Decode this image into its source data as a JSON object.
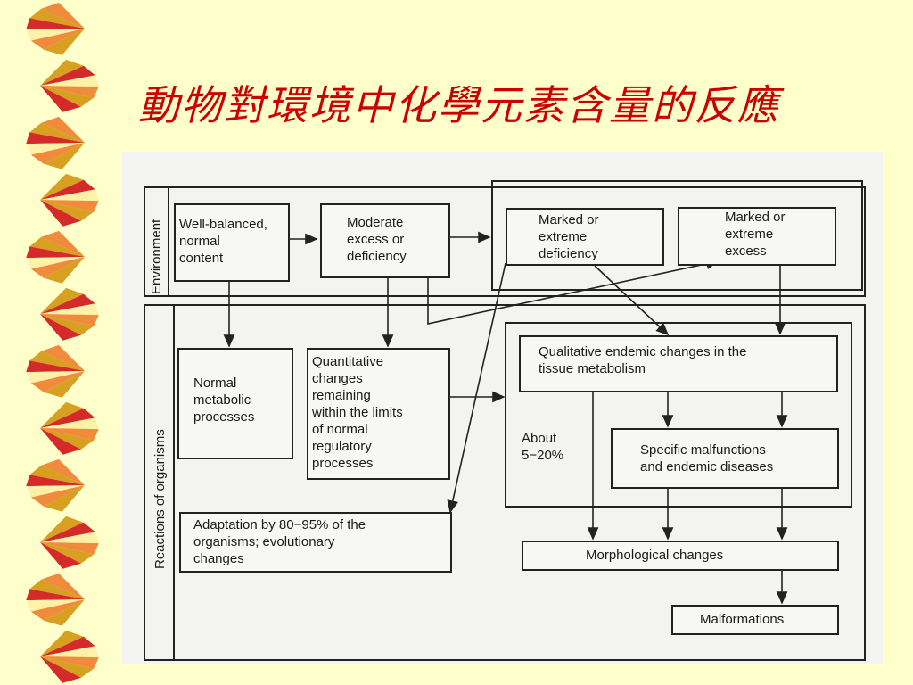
{
  "slide": {
    "title": "動物對環境中化學元素含量的反應",
    "colors": {
      "background": "#FFFFCC",
      "title": "#CC0000",
      "ribbon_red": "#D42A2A",
      "ribbon_gold": "#D7A021",
      "ribbon_orange": "#F08A3C"
    }
  },
  "diagram": {
    "sections": {
      "environment": "Environment",
      "reactions": "Reactions of organisms"
    },
    "nodes": {
      "well_balanced": "Well-balanced,\nnormal\ncontent",
      "moderate": "Moderate\nexcess or\ndeficiency",
      "marked_deficiency": "Marked or\nextreme\ndeficiency",
      "marked_excess": "Marked or\nextreme\nexcess",
      "normal_metabolic": "Normal\nmetabolic\nprocesses",
      "quantitative": "Quantitative\nchanges\nremaining\nwithin the limits\nof normal\nregulatory\nprocesses",
      "qualitative": "Qualitative endemic changes in the\ntissue metabolism",
      "about": "About\n5−20%",
      "specific": "Specific malfunctions\nand endemic diseases",
      "adaptation": "Adaptation by 80−95% of the\norganisms; evolutionary\nchanges",
      "morphological": "Morphological changes",
      "malformations": "Malformations"
    }
  }
}
